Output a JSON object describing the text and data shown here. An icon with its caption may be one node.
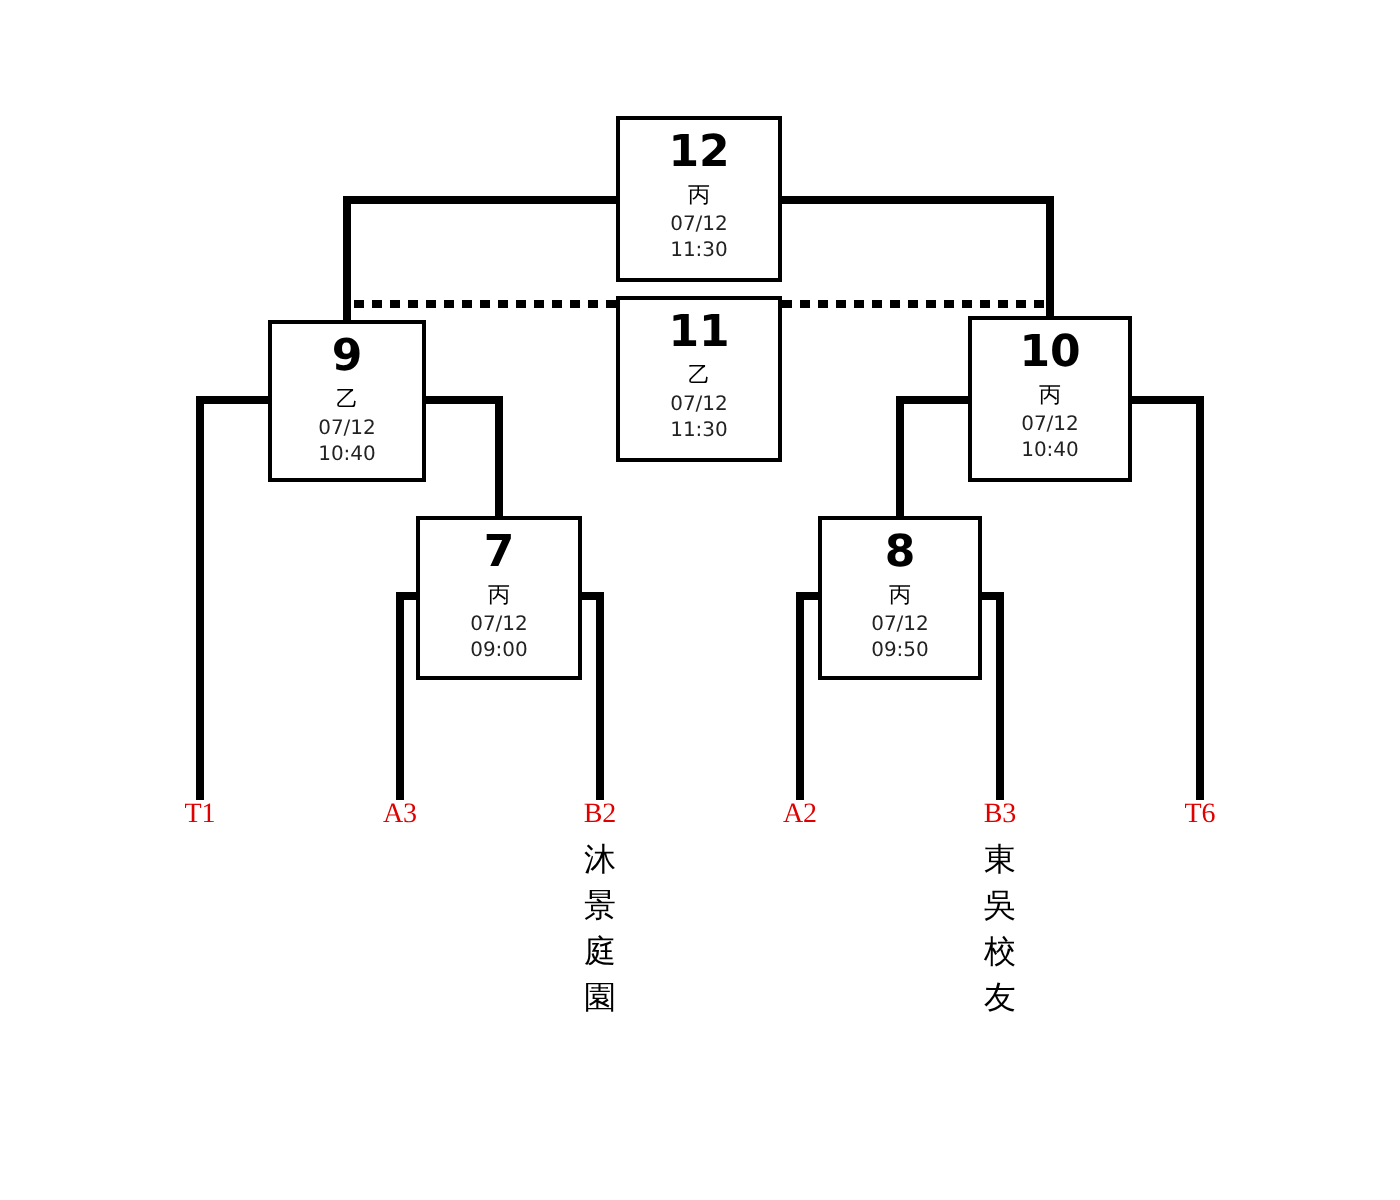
{
  "diagram": {
    "nodes": [
      {
        "text": [
          "12",
          "丙",
          "07/12",
          "11:30"
        ]
      },
      {
        "text": [
          "11",
          "乙",
          "07/12",
          "11:30"
        ]
      },
      {
        "text": [
          "9",
          "乙",
          "07/12",
          "10:40"
        ]
      },
      {
        "text": [
          "10",
          "丙",
          "07/12",
          "10:40"
        ]
      },
      {
        "text": [
          "7",
          "丙",
          "07/12",
          "09:00"
        ]
      },
      {
        "text": [
          "8",
          "丙",
          "07/12",
          "09:50"
        ]
      },
      {
        "text": [
          "T1"
        ]
      },
      {
        "text": [
          "A3"
        ]
      },
      {
        "text": [
          "B2",
          "沐景庭園"
        ]
      },
      {
        "text": [
          "A2"
        ]
      },
      {
        "text": [
          "B3",
          "東吳校友"
        ]
      },
      {
        "text": [
          "T6"
        ]
      }
    ],
    "edges": [
      {
        "from": 0,
        "to": 2,
        "arrow": "none"
      },
      {
        "from": 0,
        "to": 3,
        "arrow": "none"
      },
      {
        "from": 1,
        "to": 2,
        "arrow": "none",
        "style": "dashed"
      },
      {
        "from": 1,
        "to": 3,
        "arrow": "none",
        "style": "dashed"
      },
      {
        "from": 2,
        "to": 6,
        "arrow": "none"
      },
      {
        "from": 2,
        "to": 4,
        "arrow": "none"
      },
      {
        "from": 3,
        "to": 5,
        "arrow": "none"
      },
      {
        "from": 3,
        "to": 11,
        "arrow": "none"
      },
      {
        "from": 4,
        "to": 7,
        "arrow": "none"
      },
      {
        "from": 4,
        "to": 8,
        "arrow": "none"
      },
      {
        "from": 5,
        "to": 9,
        "arrow": "none"
      },
      {
        "from": 5,
        "to": 10,
        "arrow": "none"
      }
    ]
  }
}
